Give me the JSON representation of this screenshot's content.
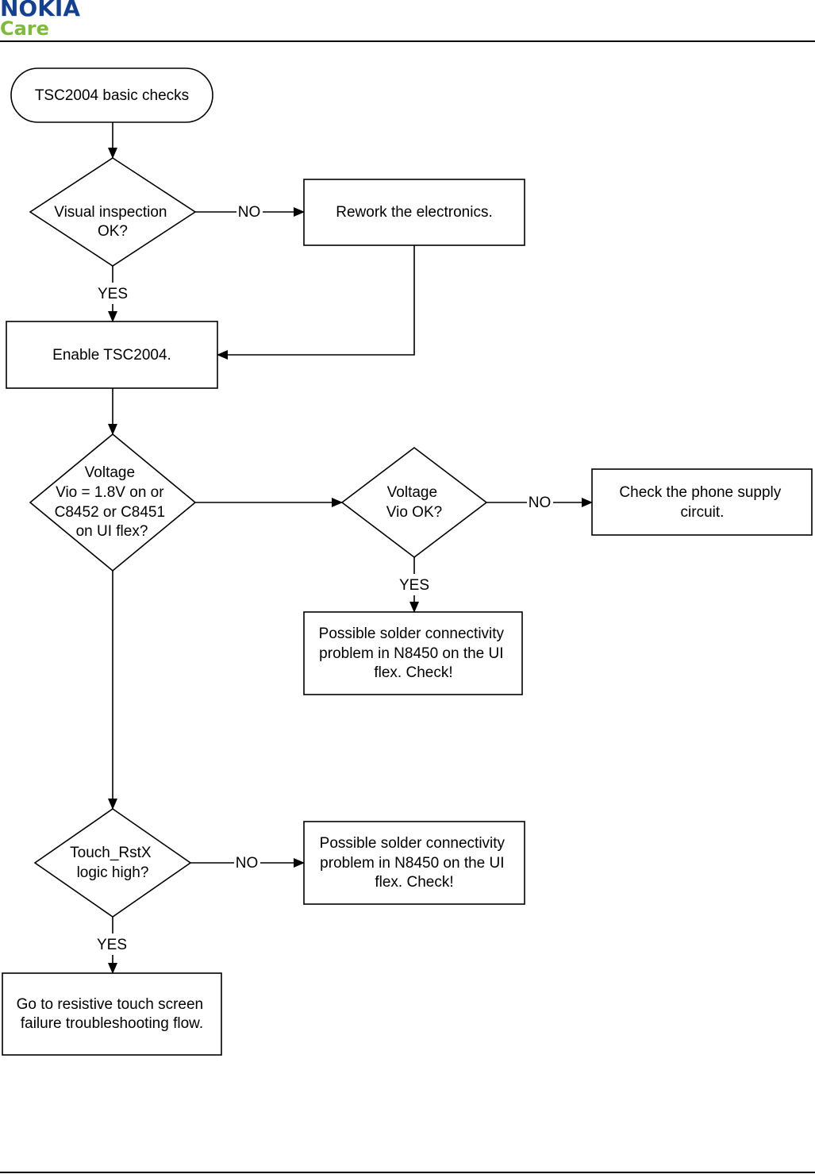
{
  "header": {
    "brand": "NOKIA",
    "subbrand": "Care",
    "colors": {
      "brand": "#124191",
      "subbrand": "#7dbb38"
    }
  },
  "flowchart": {
    "start": {
      "text": [
        "TSC2004 basic checks"
      ]
    },
    "d_visual": {
      "text": [
        "Visual inspection",
        "OK?"
      ]
    },
    "b_rework": {
      "text": [
        "Rework the electronics."
      ]
    },
    "b_enable": {
      "text": [
        "Enable TSC2004."
      ]
    },
    "d_voltage": {
      "text": [
        "Voltage",
        "Vio = 1.8V on or",
        "C8452 or C8451",
        "on UI flex?"
      ]
    },
    "d_vio": {
      "text": [
        "Voltage",
        "Vio OK?"
      ]
    },
    "b_supply": {
      "text": [
        "Check the phone supply",
        "circuit."
      ]
    },
    "b_solder1": {
      "text": [
        "Possible solder connectivity",
        "problem in N8450 on the UI",
        "flex. Check!"
      ]
    },
    "d_touch": {
      "text": [
        "Touch_RstX",
        "logic high?"
      ]
    },
    "b_solder2": {
      "text": [
        "Possible solder connectivity",
        "problem in N8450 on the UI",
        "flex. Check!"
      ]
    },
    "b_resistive": {
      "text": [
        "Go to resistive touch screen",
        "failure troubleshooting flow."
      ]
    },
    "labels": {
      "no_visual": "NO",
      "yes_visual": "YES",
      "no_vio": "NO",
      "yes_vio": "YES",
      "no_touch": "NO",
      "yes_touch": "YES"
    }
  }
}
